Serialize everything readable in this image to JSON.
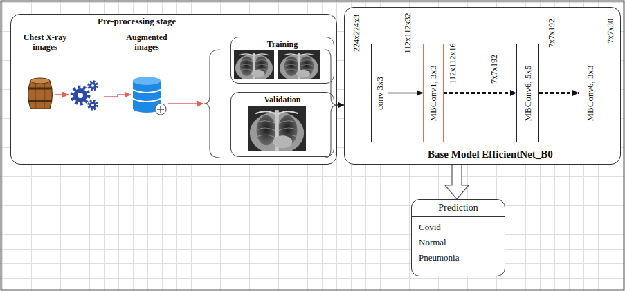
{
  "diagram": {
    "nodes": [
      {
        "text": [
          "Pre-processing stage"
        ]
      },
      {
        "text": [
          "Training"
        ],
        "in": 0
      },
      {
        "text": [
          "Validation"
        ],
        "in": 0
      },
      {
        "text": [
          "Base Model EfficientNet_B0"
        ]
      },
      {
        "text": [
          "conv 3x3"
        ],
        "in": 3
      },
      {
        "text": [
          "MBConv1, 3x3"
        ],
        "in": 3
      },
      {
        "text": [
          "MBConv6, 5x5"
        ],
        "in": 3
      },
      {
        "text": [
          "MBConv6, 3x3"
        ],
        "in": 3
      },
      {
        "text": [
          "Prediction",
          "Covid",
          "Normal",
          "Pneumonia"
        ]
      }
    ],
    "edges": [
      {
        "from": 0,
        "to": 3,
        "arrow": "to"
      },
      {
        "from": 4,
        "to": 5,
        "arrow": "to"
      },
      {
        "from": 5,
        "to": 6,
        "arrow": "to"
      },
      {
        "from": 6,
        "to": 7,
        "arrow": "to"
      },
      {
        "from": 3,
        "to": 8,
        "arrow": "to"
      }
    ],
    "labels": [
      "Chest X-ray images",
      "Augmented images",
      "224x224x3",
      "112x112x32",
      "112x112x16",
      "7x7x192",
      "7x7x192",
      "7x7x30"
    ]
  }
}
